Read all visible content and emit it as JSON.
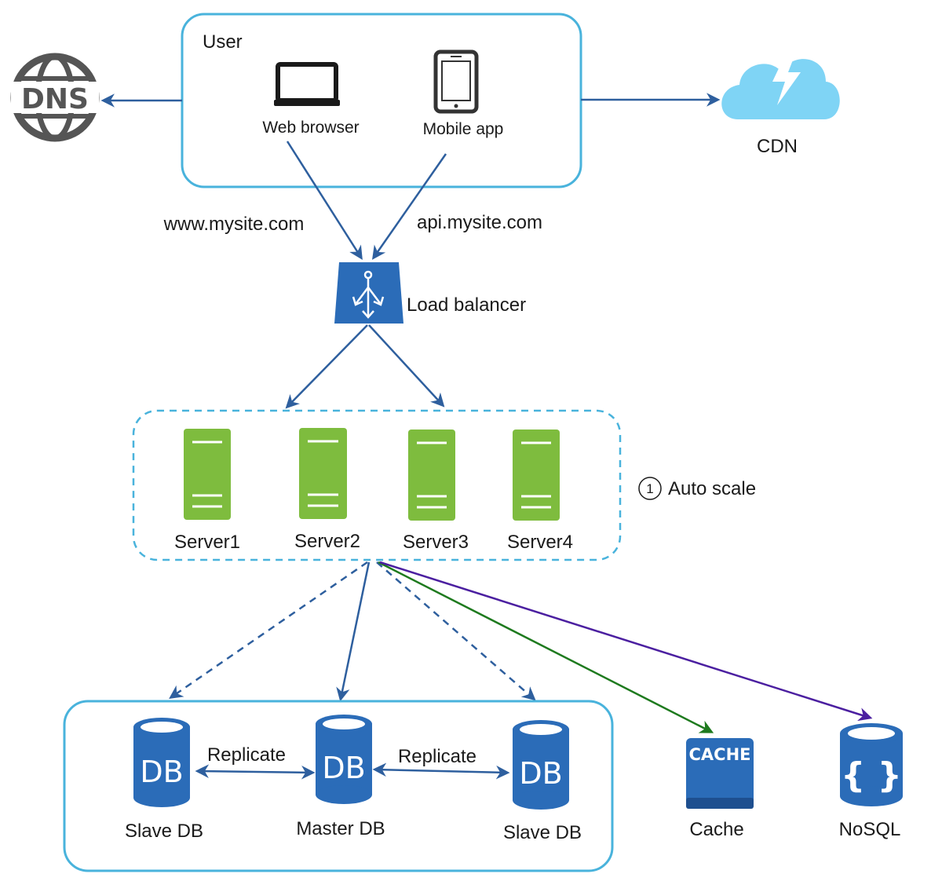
{
  "user_box": {
    "title": "User",
    "web_browser": "Web browser",
    "mobile_app": "Mobile app"
  },
  "dns": {
    "icon_text": "DNS"
  },
  "cdn": {
    "label": "CDN"
  },
  "routes": {
    "web": "www.mysite.com",
    "api": "api.mysite.com"
  },
  "load_balancer": {
    "label": "Load balancer"
  },
  "servers": [
    "Server1",
    "Server2",
    "Server3",
    "Server4"
  ],
  "auto_scale": {
    "number": "1",
    "label": "Auto scale"
  },
  "databases": {
    "db_icon_text": "DB",
    "slave_left": "Slave DB",
    "master": "Master DB",
    "slave_right": "Slave DB",
    "replicate_left": "Replicate",
    "replicate_right": "Replicate"
  },
  "cache": {
    "icon_text": "CACHE",
    "label": "Cache"
  },
  "nosql": {
    "icon_text": "{ }",
    "label": "NoSQL"
  },
  "colors": {
    "box_border": "#49b3dc",
    "arrow_blue": "#2e5f9e",
    "icon_blue": "#2b6cb8",
    "server_green": "#7ebc3e",
    "cdn_cloud": "#7fd4f5",
    "cache_arrow": "#1e7a1e",
    "nosql_arrow": "#4b1fa0",
    "dns_gray": "#555555"
  }
}
